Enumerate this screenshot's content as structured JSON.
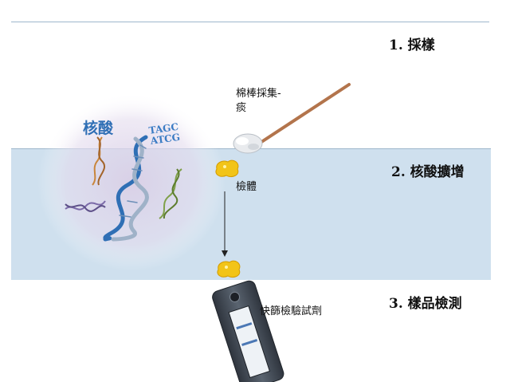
{
  "steps": {
    "step1": "1.  採樣",
    "step2": "2. 核酸擴增",
    "step3": "3. 樣品檢測"
  },
  "labels": {
    "swab": "棉棒採集-\n痰",
    "specimen": "檢體",
    "kit": "快篩檢驗試劑"
  },
  "nucleic": {
    "title": "核酸",
    "seq_top": "TAGC",
    "seq_bottom": "ATCG"
  },
  "colors": {
    "band": "#cfe0ee",
    "glow": "#d9cfe6",
    "helix_blue": "#2f6fb5",
    "strand_orange": "#c9853b",
    "strand_green": "#7fa04a",
    "strand_purple": "#7b6aa8",
    "swab_stick": "#b5734a",
    "specimen": "#f2c418",
    "kit_body": "#3f4752"
  }
}
